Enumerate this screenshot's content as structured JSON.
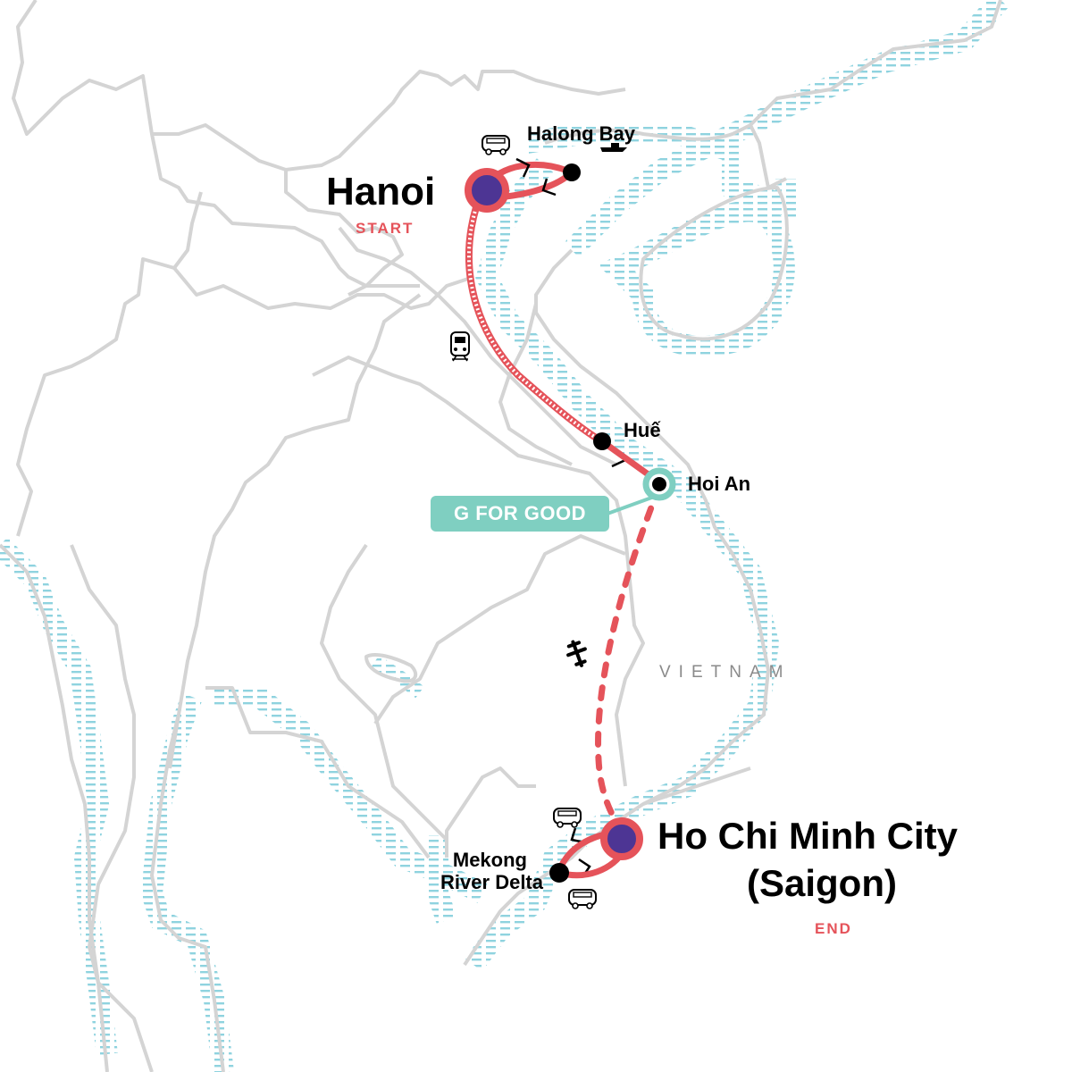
{
  "map": {
    "country_label": "VIETNAM",
    "colors": {
      "route": "#e5535a",
      "major_stop_fill": "#4d3594",
      "minor_stop": "#000000",
      "g_for_good": "#7fcfc1",
      "border": "#d4d4d4",
      "water_hatch": "#8fd3df"
    },
    "stops": [
      {
        "name": "Hanoi",
        "tag": "START",
        "type": "major"
      },
      {
        "name": "Halong Bay",
        "type": "minor"
      },
      {
        "name": "Huế",
        "type": "minor"
      },
      {
        "name": "Hoi An",
        "type": "g-for-good"
      },
      {
        "name": "Ho Chi Minh City",
        "name_line2": "(Saigon)",
        "tag": "END",
        "type": "major"
      },
      {
        "name": "Mekong",
        "name_line2": "River Delta",
        "type": "minor"
      }
    ],
    "badge": {
      "label": "G FOR GOOD"
    },
    "transport_icons": [
      "bus-icon",
      "boat-icon",
      "train-icon",
      "plane-icon",
      "bus-icon",
      "bus-icon"
    ]
  }
}
